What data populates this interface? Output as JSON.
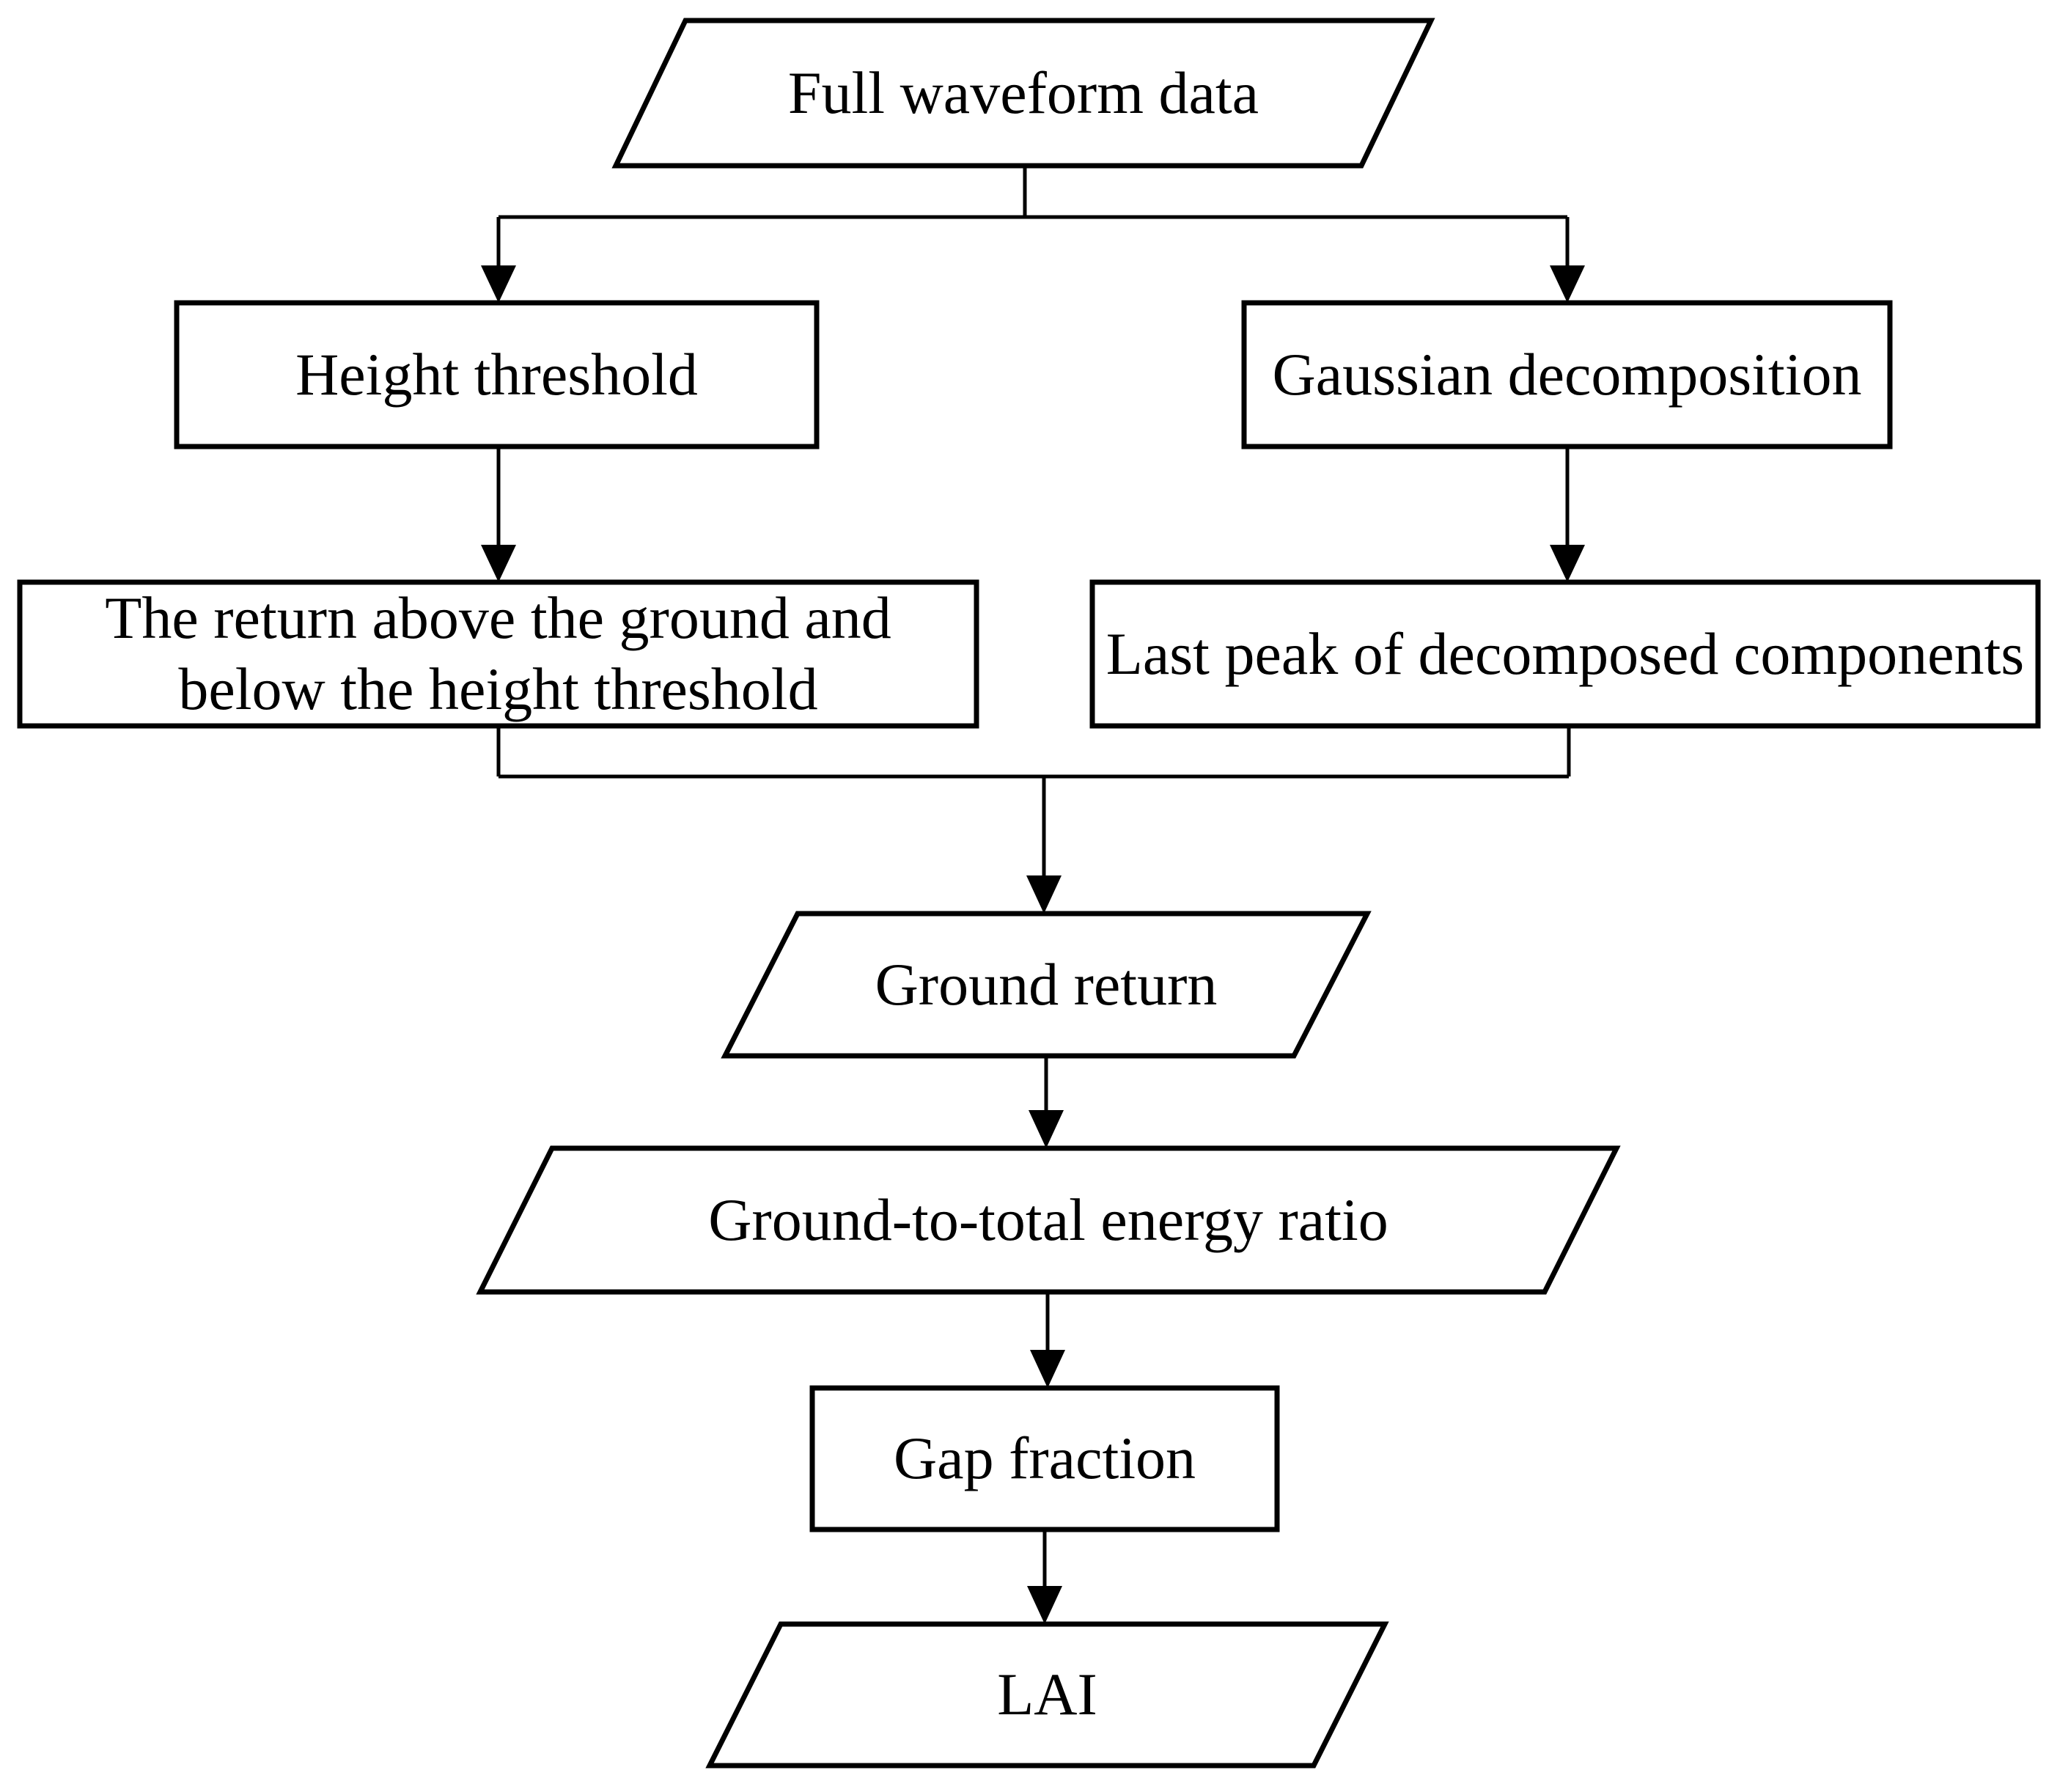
{
  "colors": {
    "stroke": "#000000",
    "fill": "#ffffff",
    "background": "#ffffff"
  },
  "nodes": [
    {
      "id": "full-waveform-data",
      "shape": "parallelogram",
      "label": "Full waveform data"
    },
    {
      "id": "height-threshold",
      "shape": "rectangle",
      "label": "Height threshold"
    },
    {
      "id": "gaussian-decomposition",
      "shape": "rectangle",
      "label": "Gaussian decomposition"
    },
    {
      "id": "return-above-ground",
      "shape": "rectangle",
      "label": "The return above the ground and\nbelow the height threshold"
    },
    {
      "id": "last-peak-decomposed",
      "shape": "rectangle",
      "label": "Last peak of decomposed components"
    },
    {
      "id": "ground-return",
      "shape": "parallelogram",
      "label": "Ground return"
    },
    {
      "id": "ground-to-total-energy-ratio",
      "shape": "parallelogram",
      "label": "Ground-to-total energy ratio"
    },
    {
      "id": "gap-fraction",
      "shape": "rectangle",
      "label": "Gap fraction"
    },
    {
      "id": "lai",
      "shape": "parallelogram",
      "label": "LAI"
    }
  ],
  "edges": [
    {
      "from": "full-waveform-data",
      "to": "height-threshold"
    },
    {
      "from": "full-waveform-data",
      "to": "gaussian-decomposition"
    },
    {
      "from": "height-threshold",
      "to": "return-above-ground"
    },
    {
      "from": "gaussian-decomposition",
      "to": "last-peak-decomposed"
    },
    {
      "from": "return-above-ground",
      "to": "ground-return"
    },
    {
      "from": "last-peak-decomposed",
      "to": "ground-return"
    },
    {
      "from": "ground-return",
      "to": "ground-to-total-energy-ratio"
    },
    {
      "from": "ground-to-total-energy-ratio",
      "to": "gap-fraction"
    },
    {
      "from": "gap-fraction",
      "to": "lai"
    }
  ]
}
